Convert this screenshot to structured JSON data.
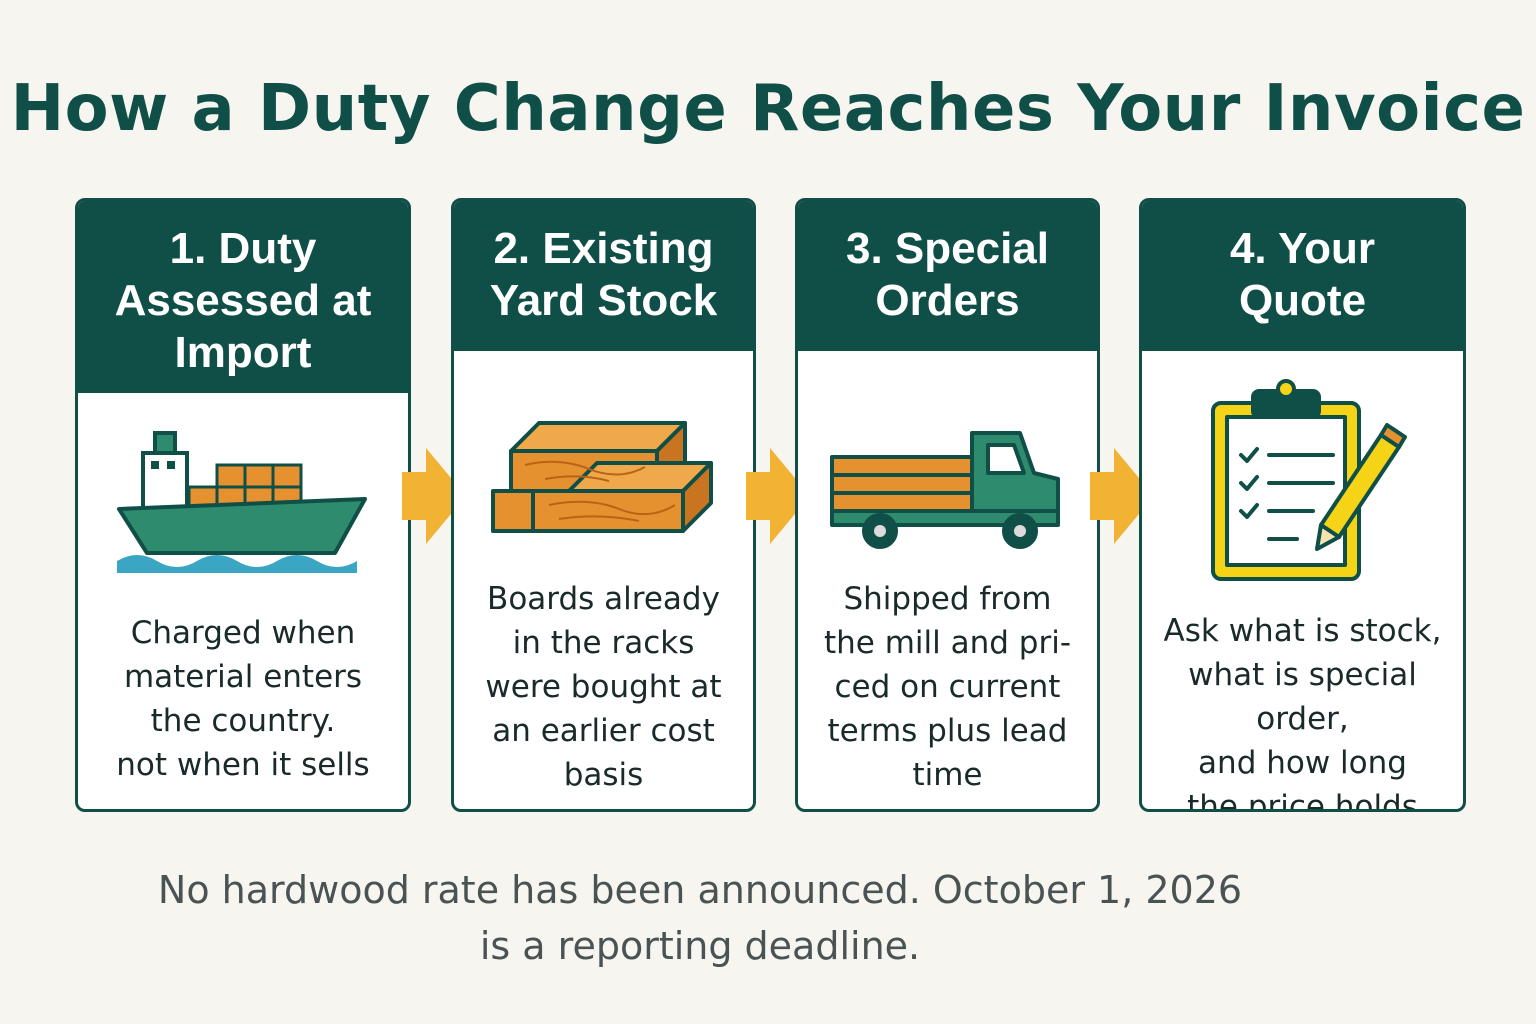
{
  "title": "How a Duty Change Reaches Your Invoice",
  "colors": {
    "header": "#0f4f47",
    "arrow": "#f2b233",
    "wood": "#e5912f",
    "ship_hull": "#2e8b6e",
    "water": "#3aa6c4",
    "clipboard": "#f5d418"
  },
  "steps": [
    {
      "title_lines": [
        "1. Duty",
        "Assessed at",
        "Import"
      ],
      "icon": "cargo-ship-icon",
      "text_lines": [
        "Charged when",
        "material enters",
        "the country.",
        "not when it sells"
      ]
    },
    {
      "title_lines": [
        "2. Existing",
        "Yard Stock"
      ],
      "icon": "lumber-stack-icon",
      "text_lines": [
        "Boards already",
        "in the racks",
        "were bought at",
        "an earlier cost",
        "basis"
      ]
    },
    {
      "title_lines": [
        "3. Special",
        "Orders"
      ],
      "icon": "lumber-truck-icon",
      "text_lines": [
        "Shipped from",
        "the mill and pri-",
        "ced on current",
        "terms plus lead",
        "time"
      ]
    },
    {
      "title_lines": [
        "4. Your",
        "Quote"
      ],
      "icon": "clipboard-pencil-icon",
      "text_lines": [
        "Ask what is stock,",
        "what is special order,",
        "and how long",
        "the price holds"
      ]
    }
  ],
  "footnote_lines": [
    "No hardwood rate has been announced. October 1, 2026",
    "is a reporting deadline."
  ]
}
